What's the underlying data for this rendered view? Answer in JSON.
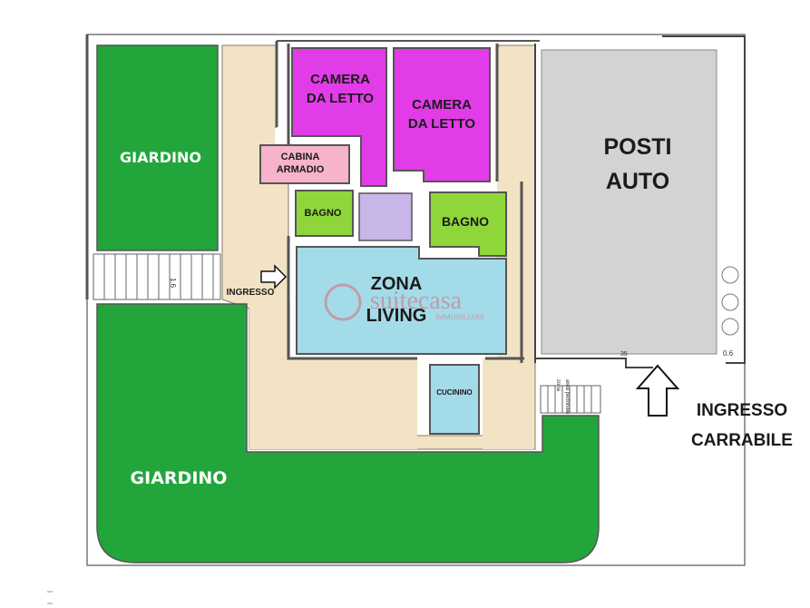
{
  "rooms": {
    "camera1_line1": "CAMERA",
    "camera1_line2": "DA LETTO",
    "camera2_line1": "CAMERA",
    "camera2_line2": "DA LETTO",
    "cabina_line1": "CABINA",
    "cabina_line2": "ARMADIO",
    "bagno1": "BAGNO",
    "bagno2": "BAGNO",
    "zona_line1": "ZONA",
    "zona_line2": "LIVING",
    "cucinino": "CUCININO",
    "posti_line1": "POSTI",
    "posti_line2": "AUTO",
    "giardino_top": "GIARDINO",
    "giardino_bottom": "GIARDINO"
  },
  "labels": {
    "ingresso": "INGRESSO",
    "ingresso_carrabile_line1": "INGRESSO",
    "ingresso_carrabile_line2": "CARRABILE",
    "dim_stairs": "1.6",
    "dim_right": "0.6",
    "dim_small": "35",
    "vertical_note1": "area pedonale",
    "vertical_note2": "zona"
  },
  "watermark": {
    "brand": "suitecasa",
    "tagline": "IMMOBILIARE"
  },
  "colors": {
    "giardino": "#22a63c",
    "camera": "#e23ce8",
    "cabina": "#f7b3c9",
    "bagno": "#8fd63a",
    "corridoio": "#c8b6e8",
    "living": "#a4dbe9",
    "portico": "#f1e3c3",
    "posti_auto": "#d3d3d3"
  }
}
